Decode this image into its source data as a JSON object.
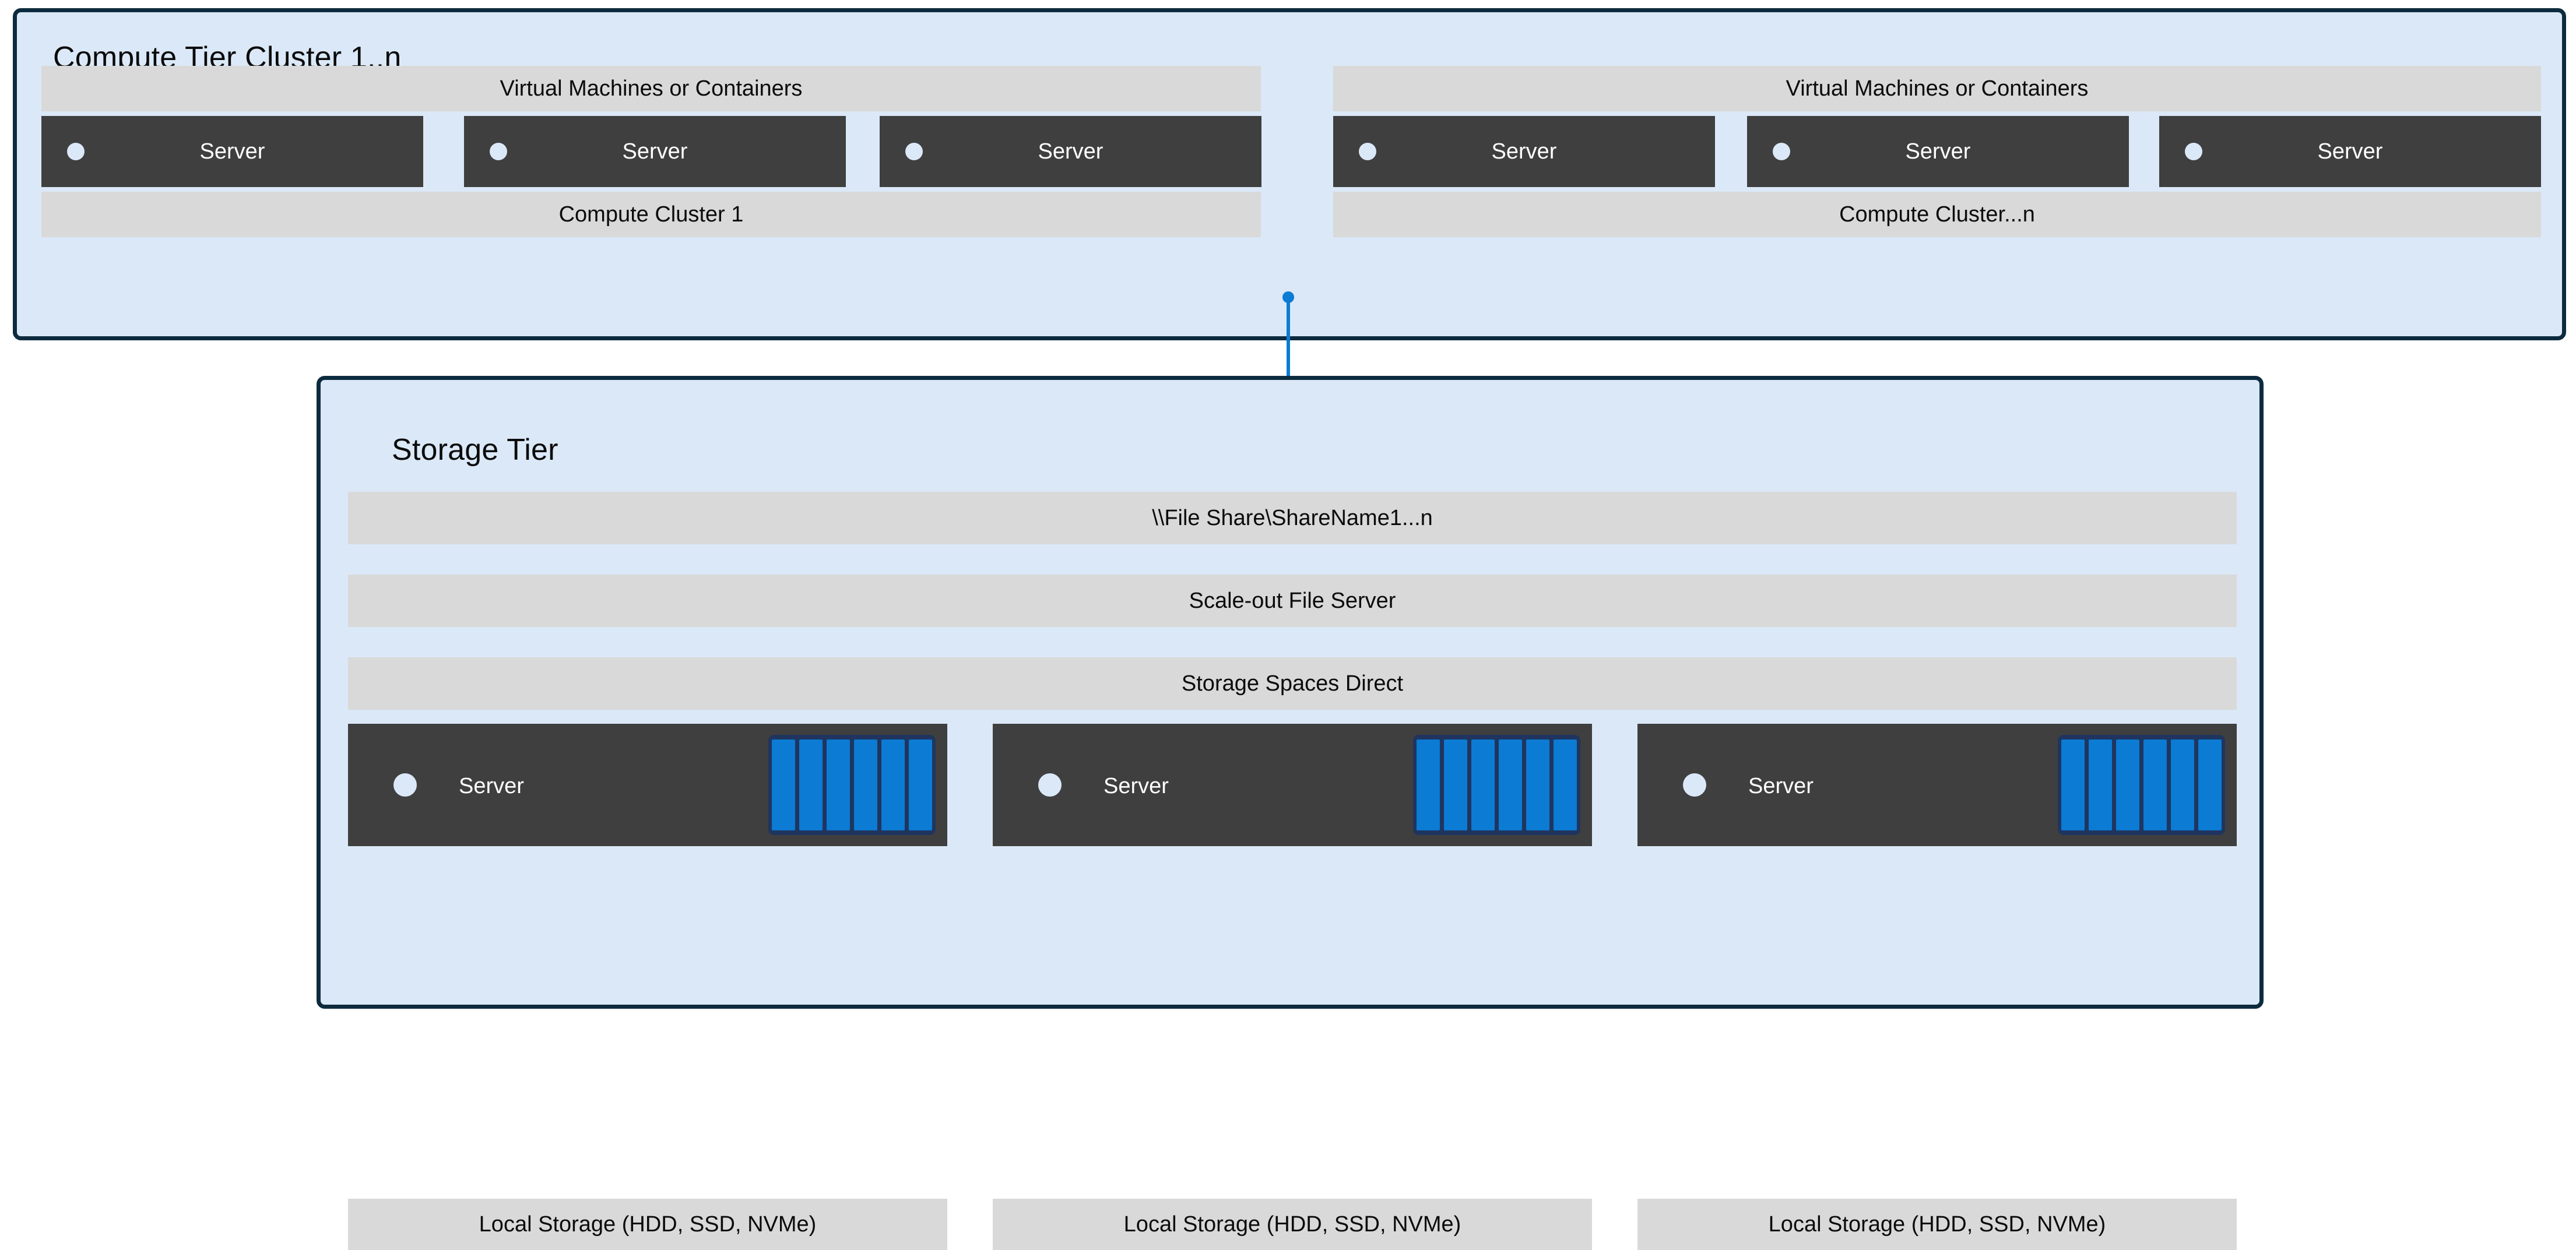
{
  "colors": {
    "tier_fill": "#dbe8f7",
    "tier_border": "#0d2b3e",
    "band_fill": "#d9d9d9",
    "server_fill": "#3f3f3f",
    "accent_blue": "#0b7bd4",
    "disk_bay": "#1f355f",
    "text_dark": "#0b0b0b",
    "text_light": "#ffffff"
  },
  "compute_tier": {
    "title": "Compute Tier Cluster 1..n",
    "clusters": [
      {
        "top_band": "Virtual Machines or Containers",
        "bottom_band": "Compute Cluster 1",
        "servers": [
          {
            "label": "Server",
            "led": "status-led"
          },
          {
            "label": "Server",
            "led": "status-led"
          },
          {
            "label": "Server",
            "led": "status-led"
          }
        ]
      },
      {
        "top_band": "Virtual Machines or Containers",
        "bottom_band": "Compute Cluster...n",
        "servers": [
          {
            "label": "Server",
            "led": "status-led"
          },
          {
            "label": "Server",
            "led": "status-led"
          },
          {
            "label": "Server",
            "led": "status-led"
          }
        ]
      }
    ]
  },
  "connector": {
    "icon": "folder-icon",
    "endpoint_top": "connector-dot",
    "endpoint_bottom": "connector-dot"
  },
  "storage_tier": {
    "title": "Storage Tier",
    "bands": [
      "\\\\File Share\\ShareName1...n",
      "Scale-out File Server",
      "Storage Spaces Direct"
    ],
    "nodes": [
      {
        "label": "Server",
        "led": "status-led",
        "disk_count": 6,
        "foot_band": "Local Storage (HDD, SSD, NVMe)"
      },
      {
        "label": "Server",
        "led": "status-led",
        "disk_count": 6,
        "foot_band": "Local Storage (HDD, SSD, NVMe)"
      },
      {
        "label": "Server",
        "led": "status-led",
        "disk_count": 6,
        "foot_band": "Local Storage (HDD, SSD, NVMe)"
      }
    ]
  }
}
